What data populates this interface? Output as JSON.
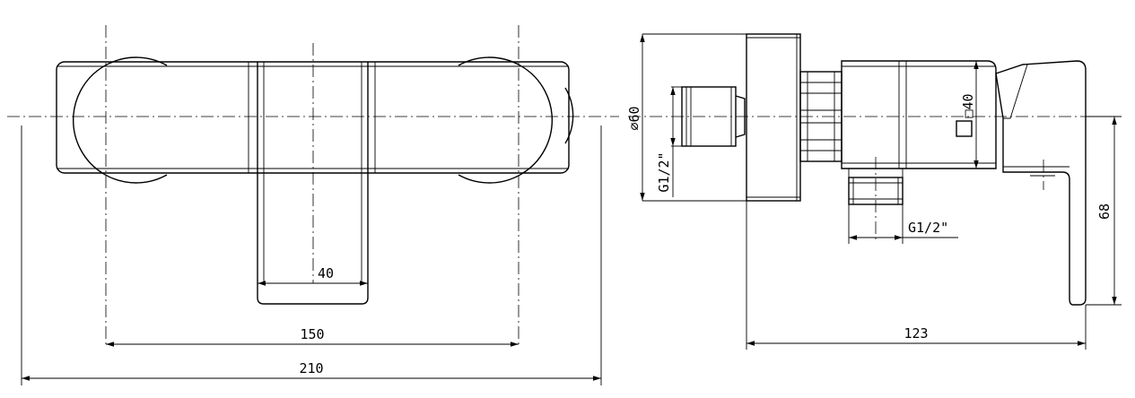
{
  "dimensions": {
    "front_handle_width": "40",
    "front_inlet_spacing": "150",
    "front_overall_width": "210",
    "side_rosette_diameter": "⌀60",
    "side_inlet_thread": "G1/2\"",
    "side_outlet_thread": "G1/2\"",
    "side_body_square": "□40",
    "side_handle_height": "68",
    "side_overall_depth": "123"
  },
  "colors": {
    "line": "#000000",
    "background": "#ffffff"
  }
}
